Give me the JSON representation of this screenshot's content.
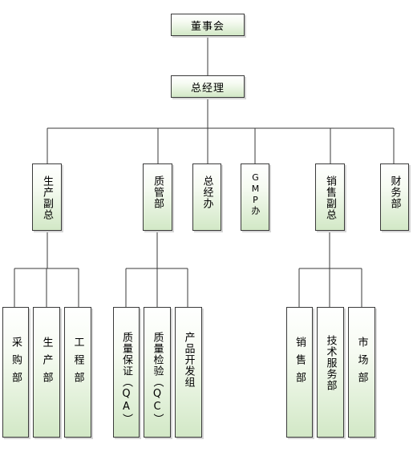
{
  "org": {
    "board": "董事会",
    "gm": "总经理",
    "level2": {
      "production_vp": "生产副总",
      "quality_dept": "质管部",
      "gm_office": "总经办",
      "gmp_office": "GMP办",
      "sales_vp": "销售副总",
      "finance_dept": "财务部"
    },
    "production": {
      "purchasing": "采购部",
      "production": "生产部",
      "engineering": "工程部"
    },
    "quality": {
      "qa": "质量保证（QA）",
      "qc": "质量检验（QC）",
      "product_dev": "产品开发组"
    },
    "sales": {
      "sales_dept": "销售部",
      "tech_service": "技术服务部",
      "market": "市场部"
    }
  },
  "colors": {
    "box_border": "#3a3a3a",
    "box_fill_top": "#ffffff",
    "box_fill_bottom": "#d2e8c6",
    "connector": "#3a3a3a"
  }
}
